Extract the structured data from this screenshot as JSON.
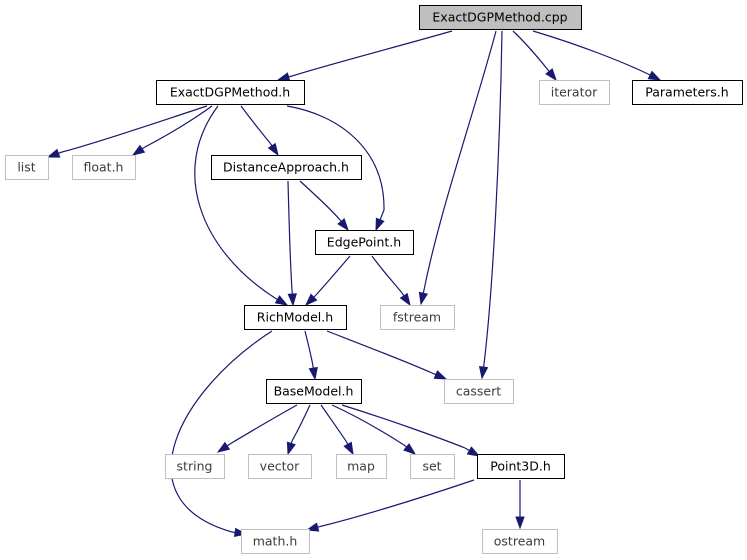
{
  "graph": {
    "nodes": [
      {
        "id": "exact_cpp",
        "label": "ExactDGPMethod.cpp",
        "kind": "root"
      },
      {
        "id": "exact_h",
        "label": "ExactDGPMethod.h",
        "kind": "documented"
      },
      {
        "id": "iterator",
        "label": "iterator",
        "kind": "external"
      },
      {
        "id": "parameters",
        "label": "Parameters.h",
        "kind": "documented"
      },
      {
        "id": "list",
        "label": "list",
        "kind": "external"
      },
      {
        "id": "float",
        "label": "float.h",
        "kind": "external"
      },
      {
        "id": "distance",
        "label": "DistanceApproach.h",
        "kind": "documented"
      },
      {
        "id": "edgepoint",
        "label": "EdgePoint.h",
        "kind": "documented"
      },
      {
        "id": "richmodel",
        "label": "RichModel.h",
        "kind": "documented"
      },
      {
        "id": "fstream",
        "label": "fstream",
        "kind": "external"
      },
      {
        "id": "basemodel",
        "label": "BaseModel.h",
        "kind": "documented"
      },
      {
        "id": "cassert",
        "label": "cassert",
        "kind": "external"
      },
      {
        "id": "string",
        "label": "string",
        "kind": "external"
      },
      {
        "id": "vector",
        "label": "vector",
        "kind": "external"
      },
      {
        "id": "map",
        "label": "map",
        "kind": "external"
      },
      {
        "id": "set",
        "label": "set",
        "kind": "external"
      },
      {
        "id": "point3d",
        "label": "Point3D.h",
        "kind": "documented"
      },
      {
        "id": "math",
        "label": "math.h",
        "kind": "external"
      },
      {
        "id": "ostream",
        "label": "ostream",
        "kind": "external"
      }
    ],
    "edges": [
      {
        "from": "exact_cpp",
        "to": "exact_h"
      },
      {
        "from": "exact_cpp",
        "to": "fstream"
      },
      {
        "from": "exact_cpp",
        "to": "cassert"
      },
      {
        "from": "exact_cpp",
        "to": "iterator"
      },
      {
        "from": "exact_cpp",
        "to": "parameters"
      },
      {
        "from": "exact_h",
        "to": "list"
      },
      {
        "from": "exact_h",
        "to": "float"
      },
      {
        "from": "exact_h",
        "to": "richmodel"
      },
      {
        "from": "exact_h",
        "to": "distance"
      },
      {
        "from": "exact_h",
        "to": "edgepoint"
      },
      {
        "from": "distance",
        "to": "richmodel"
      },
      {
        "from": "distance",
        "to": "edgepoint"
      },
      {
        "from": "edgepoint",
        "to": "richmodel"
      },
      {
        "from": "edgepoint",
        "to": "fstream"
      },
      {
        "from": "richmodel",
        "to": "basemodel"
      },
      {
        "from": "richmodel",
        "to": "cassert"
      },
      {
        "from": "richmodel",
        "to": "math"
      },
      {
        "from": "basemodel",
        "to": "string"
      },
      {
        "from": "basemodel",
        "to": "vector"
      },
      {
        "from": "basemodel",
        "to": "map"
      },
      {
        "from": "basemodel",
        "to": "set"
      },
      {
        "from": "basemodel",
        "to": "point3d"
      },
      {
        "from": "point3d",
        "to": "math"
      },
      {
        "from": "point3d",
        "to": "ostream"
      }
    ]
  },
  "colors": {
    "edge": "#191970",
    "node_border_documented": "#000000",
    "node_border_external": "#bfbfbf",
    "root_fill": "#bfbfbf",
    "node_fill": "#ffffff",
    "text_documented": "#000000",
    "text_external": "#3c3c3c"
  }
}
